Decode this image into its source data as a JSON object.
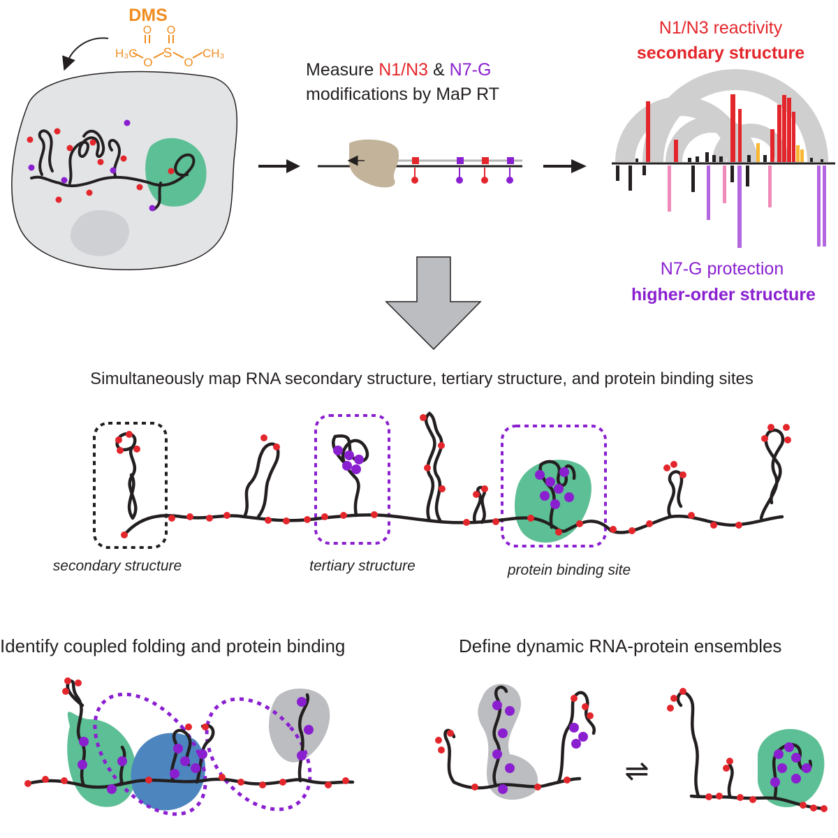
{
  "colors": {
    "dms_orange": "#f08c1e",
    "n1n3_red": "#e3262b",
    "n7g_purple": "#8a1fd0",
    "rna_black": "#231f20",
    "cell_gray": "#e3e4e6",
    "nucleus_gray": "#cfd0d3",
    "protein_green": "#5dbf95",
    "protein_blue": "#4d86bf",
    "protein_gray": "#bcbdc0",
    "rt_tan": "#c2b39a",
    "arc_gray": "#cfcfcf",
    "pink": "#f08ab8",
    "light_purple": "#b466e0",
    "yellow": "#f7b733"
  },
  "header": {
    "dms_label": "DMS",
    "chem_h3c": "H₃C",
    "chem_ch3": "CH₃",
    "chem_o": "O",
    "chem_s": "S"
  },
  "measure": {
    "word_measure": "Measure ",
    "word_n1n3": "N1/N3",
    "word_amp": " & ",
    "word_n7g": "N7-G",
    "line2": "modifications by MaP RT"
  },
  "reactivity": {
    "n1n3_title": "N1/N3 reactivity",
    "n1n3_sub": "secondary structure",
    "n7g_title": "N7-G protection",
    "n7g_sub": "higher-order structure"
  },
  "main": {
    "banner": "Simultaneously map RNA secondary structure, tertiary structure, and protein binding sites",
    "label_secondary": "secondary structure",
    "label_tertiary": "tertiary structure",
    "label_protein": "protein binding site"
  },
  "bottom": {
    "left_title": "Identify coupled folding and protein binding",
    "right_title": "Define dynamic RNA-protein ensembles",
    "equilibrium": "⇌"
  }
}
